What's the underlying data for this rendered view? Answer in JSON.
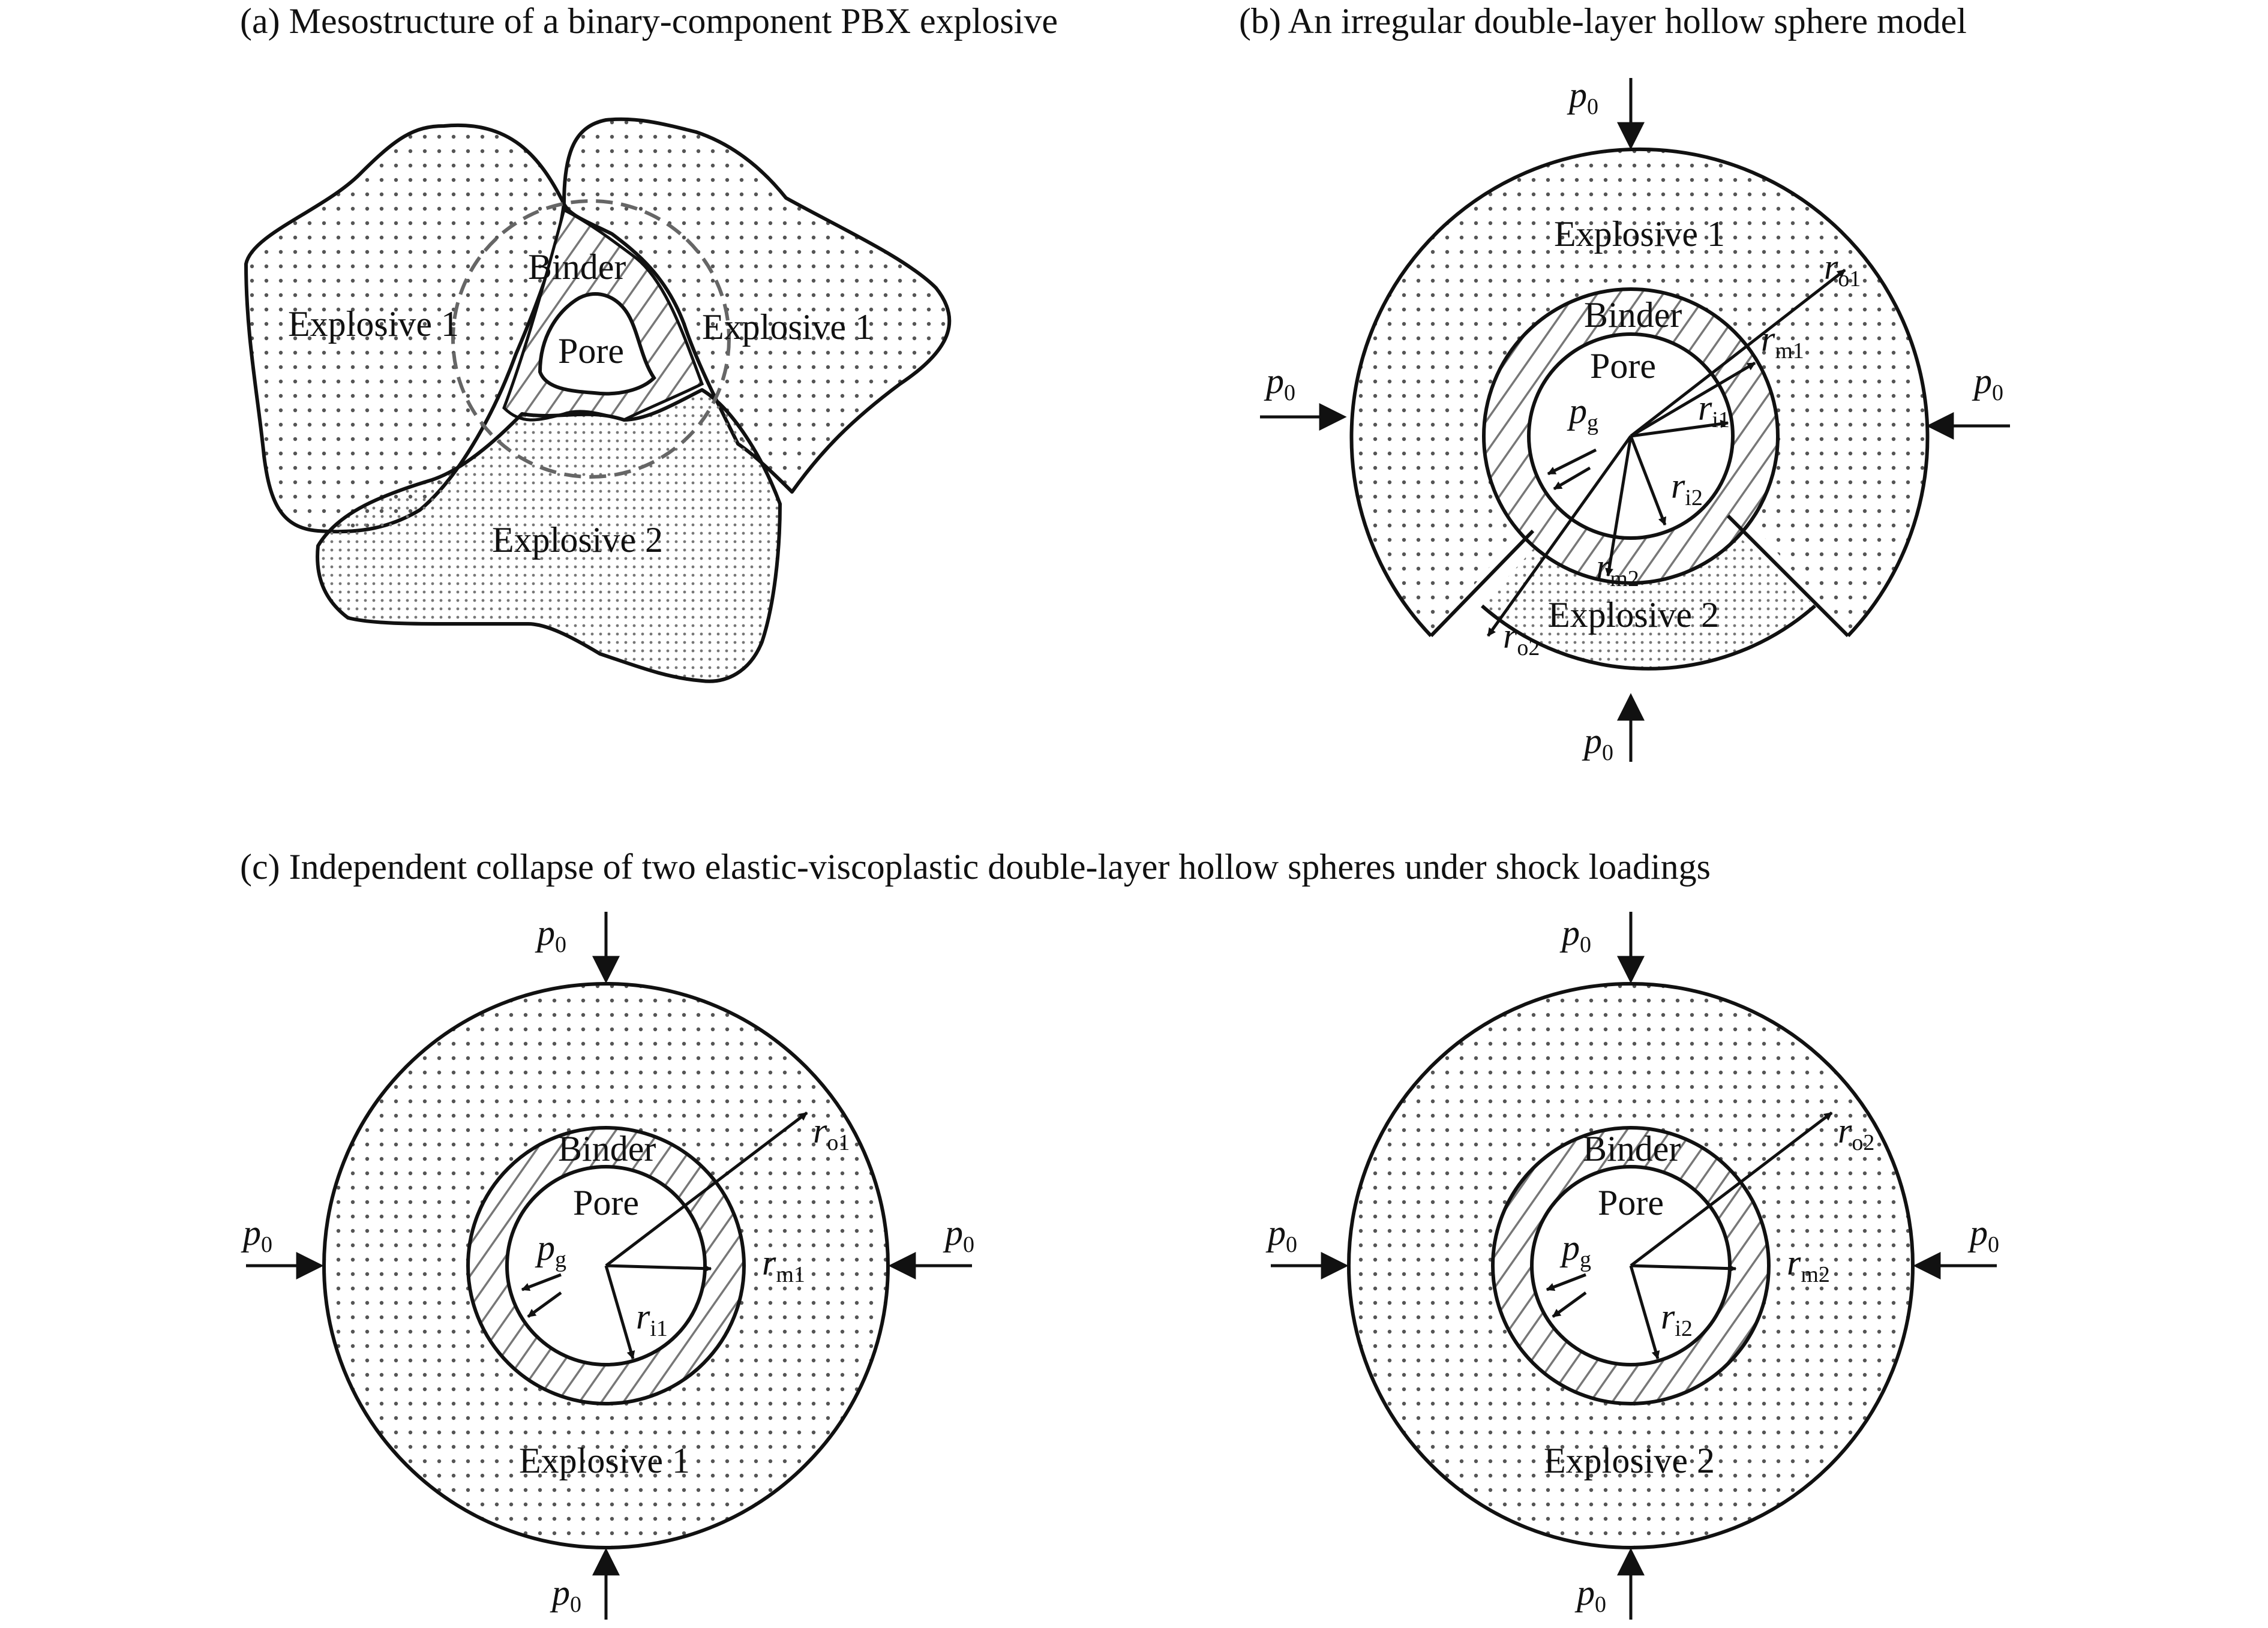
{
  "panels": {
    "a": {
      "caption": "(a) Mesostructure of a binary-component PBX explosive",
      "labels": {
        "explosive1_left": "Explosive 1",
        "explosive1_right": "Explosive 1",
        "explosive2": "Explosive 2",
        "binder": "Binder",
        "pore": "Pore"
      }
    },
    "b": {
      "caption": "(b) An irregular double-layer hollow sphere model",
      "labels": {
        "explosive1": "Explosive 1",
        "explosive2": "Explosive 2",
        "binder": "Binder",
        "pore": "Pore"
      },
      "symbols": {
        "p0_top": {
          "base": "p",
          "sub": "0"
        },
        "p0_bottom": {
          "base": "p",
          "sub": "0"
        },
        "p0_left": {
          "base": "p",
          "sub": "0"
        },
        "p0_right": {
          "base": "p",
          "sub": "0"
        },
        "pg": {
          "base": "p",
          "sub": "g"
        },
        "ro1": {
          "base": "r",
          "sub": "o1"
        },
        "rm1": {
          "base": "r",
          "sub": "m1"
        },
        "ri1": {
          "base": "r",
          "sub": "i1"
        },
        "ri2": {
          "base": "r",
          "sub": "i2"
        },
        "rm2": {
          "base": "r",
          "sub": "m2"
        },
        "ro2": {
          "base": "r",
          "sub": "o2"
        }
      }
    },
    "c": {
      "caption": "(c) Independent collapse of two elastic-viscoplastic double-layer hollow spheres under shock loadings",
      "left": {
        "labels": {
          "explosive": "Explosive 1",
          "binder": "Binder",
          "pore": "Pore"
        },
        "symbols": {
          "p0_top": {
            "base": "p",
            "sub": "0"
          },
          "p0_bottom": {
            "base": "p",
            "sub": "0"
          },
          "p0_left": {
            "base": "p",
            "sub": "0"
          },
          "p0_right": {
            "base": "p",
            "sub": "0"
          },
          "pg": {
            "base": "p",
            "sub": "g"
          },
          "ro": {
            "base": "r",
            "sub": "o1"
          },
          "rm": {
            "base": "r",
            "sub": "m1"
          },
          "ri": {
            "base": "r",
            "sub": "i1"
          }
        }
      },
      "right": {
        "labels": {
          "explosive": "Explosive 2",
          "binder": "Binder",
          "pore": "Pore"
        },
        "symbols": {
          "p0_top": {
            "base": "p",
            "sub": "0"
          },
          "p0_bottom": {
            "base": "p",
            "sub": "0"
          },
          "p0_left": {
            "base": "p",
            "sub": "0"
          },
          "p0_right": {
            "base": "p",
            "sub": "0"
          },
          "pg": {
            "base": "p",
            "sub": "g"
          },
          "ro": {
            "base": "r",
            "sub": "o2"
          },
          "rm": {
            "base": "r",
            "sub": "m2"
          },
          "ri": {
            "base": "r",
            "sub": "i2"
          }
        }
      }
    }
  }
}
